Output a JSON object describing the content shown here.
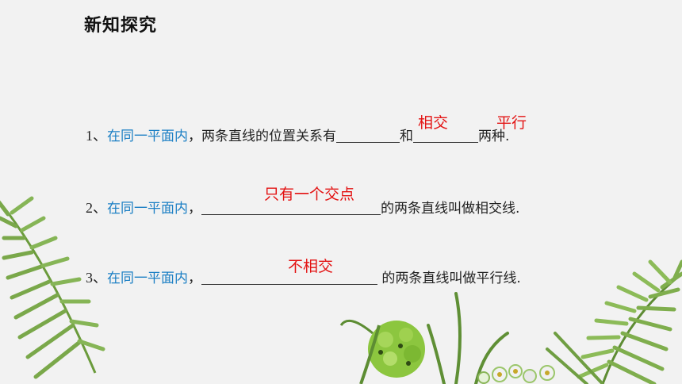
{
  "slide": {
    "title": "新知探究",
    "items": [
      {
        "number": "1、",
        "prefix": "在同一平面内",
        "comma": "，",
        "text_a": "两条直线的位置关系有",
        "blank1_answer": "相交",
        "text_b": "和",
        "blank2_answer": "平行",
        "text_c": "两种."
      },
      {
        "number": "2、",
        "prefix": "在同一平面内",
        "comma": "，",
        "blank_answer": "只有一个交点",
        "suffix": "的两条直线叫做相交线."
      },
      {
        "number": "3、",
        "prefix": "在同一平面内",
        "comma": "，",
        "blank_answer": "不相交",
        "suffix": " 的两条直线叫做平行线."
      }
    ]
  },
  "colors": {
    "background": "#f2f2f2",
    "highlight_blue": "#1b7fc4",
    "answer_red": "#e31212",
    "leaf_green": "#6a9a3a"
  },
  "decorations": [
    "palm-leaf-left",
    "palm-leaf-right",
    "flower-ball",
    "flowers-bottom"
  ]
}
